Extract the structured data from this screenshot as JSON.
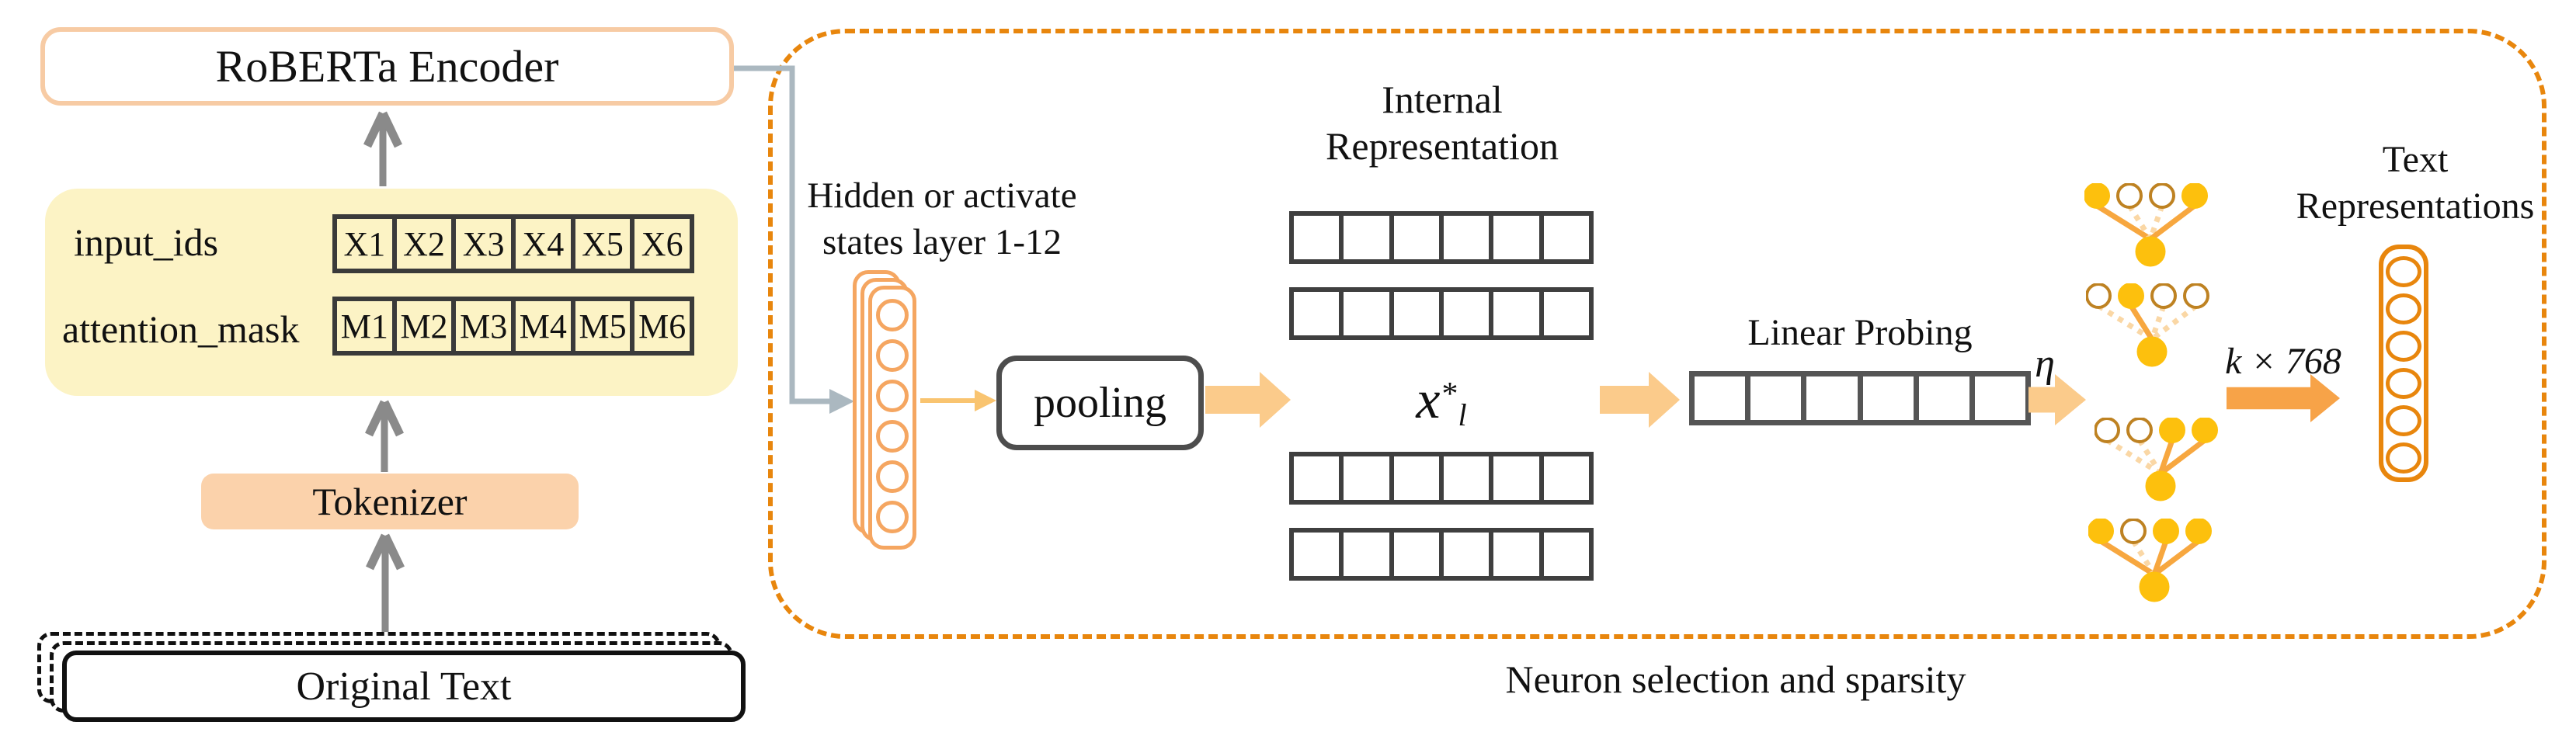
{
  "left_pipeline": {
    "encoder_label": "RoBERTa Encoder",
    "input_ids_label": "input_ids",
    "input_ids_cells": [
      "X1",
      "X2",
      "X3",
      "X4",
      "X5",
      "X6"
    ],
    "attention_mask_label": "attention_mask",
    "attention_mask_cells": [
      "M1",
      "M2",
      "M3",
      "M4",
      "M5",
      "M6"
    ],
    "tokenizer_label": "Tokenizer",
    "original_text_label": "Original Text",
    "stacked_text_sheets": 3
  },
  "right_panel": {
    "caption": "Neuron selection and sparsity",
    "hidden_states_label": {
      "line1": "Hidden or activate",
      "line2": "states layer 1-12"
    },
    "hidden_stack": {
      "circle_count": 6,
      "layer_count": 3
    },
    "pooling_label": "pooling",
    "internal_representation": {
      "title_line1": "Internal",
      "title_line2": "Representation",
      "row_count": 4,
      "cols": 6,
      "selected_vector": {
        "base": "x",
        "sup": "*",
        "sub": "l"
      }
    },
    "linear_probing": {
      "label": "Linear Probing",
      "cols": 6,
      "eta_label": "η"
    },
    "k_label": "k × 768",
    "neuron_motifs": [
      {
        "inputs": [
          "filled",
          "open",
          "open",
          "filled"
        ]
      },
      {
        "inputs": [
          "open",
          "filled",
          "open",
          "open"
        ]
      },
      {
        "inputs": [
          "open",
          "open",
          "filled",
          "filled"
        ]
      },
      {
        "inputs": [
          "filled",
          "open",
          "filled",
          "filled"
        ]
      }
    ],
    "text_representations": {
      "title_line1": "Text",
      "title_line2": "Representations",
      "circle_count": 6
    }
  },
  "icons": {
    "up-arrow": "▲",
    "flow-arrow": "►",
    "elbow-connector": "└"
  },
  "colors": {
    "peach_border": "#F7CBA4",
    "peach_fill": "#FBD2AB",
    "yellow_fill": "#FCF3C5",
    "cell_border": "#3A3A3A",
    "box_border": "#4D4D4D",
    "gray_arrow": "#8A8A8A",
    "connector_gray": "#ABB8C0",
    "panel_dash": "#E8860D",
    "stack_orange": "#F5A661",
    "thin_arrow": "#F9C470",
    "block_arrow": "#FBCB8B",
    "strong_arrow": "#F7A348",
    "column_orange": "#E8860D",
    "neuron_gold": "#FDC00D",
    "neuron_open_stroke": "#BE8222",
    "line_solid": "#F7A73F",
    "line_dotted": "#FAD7A5"
  }
}
